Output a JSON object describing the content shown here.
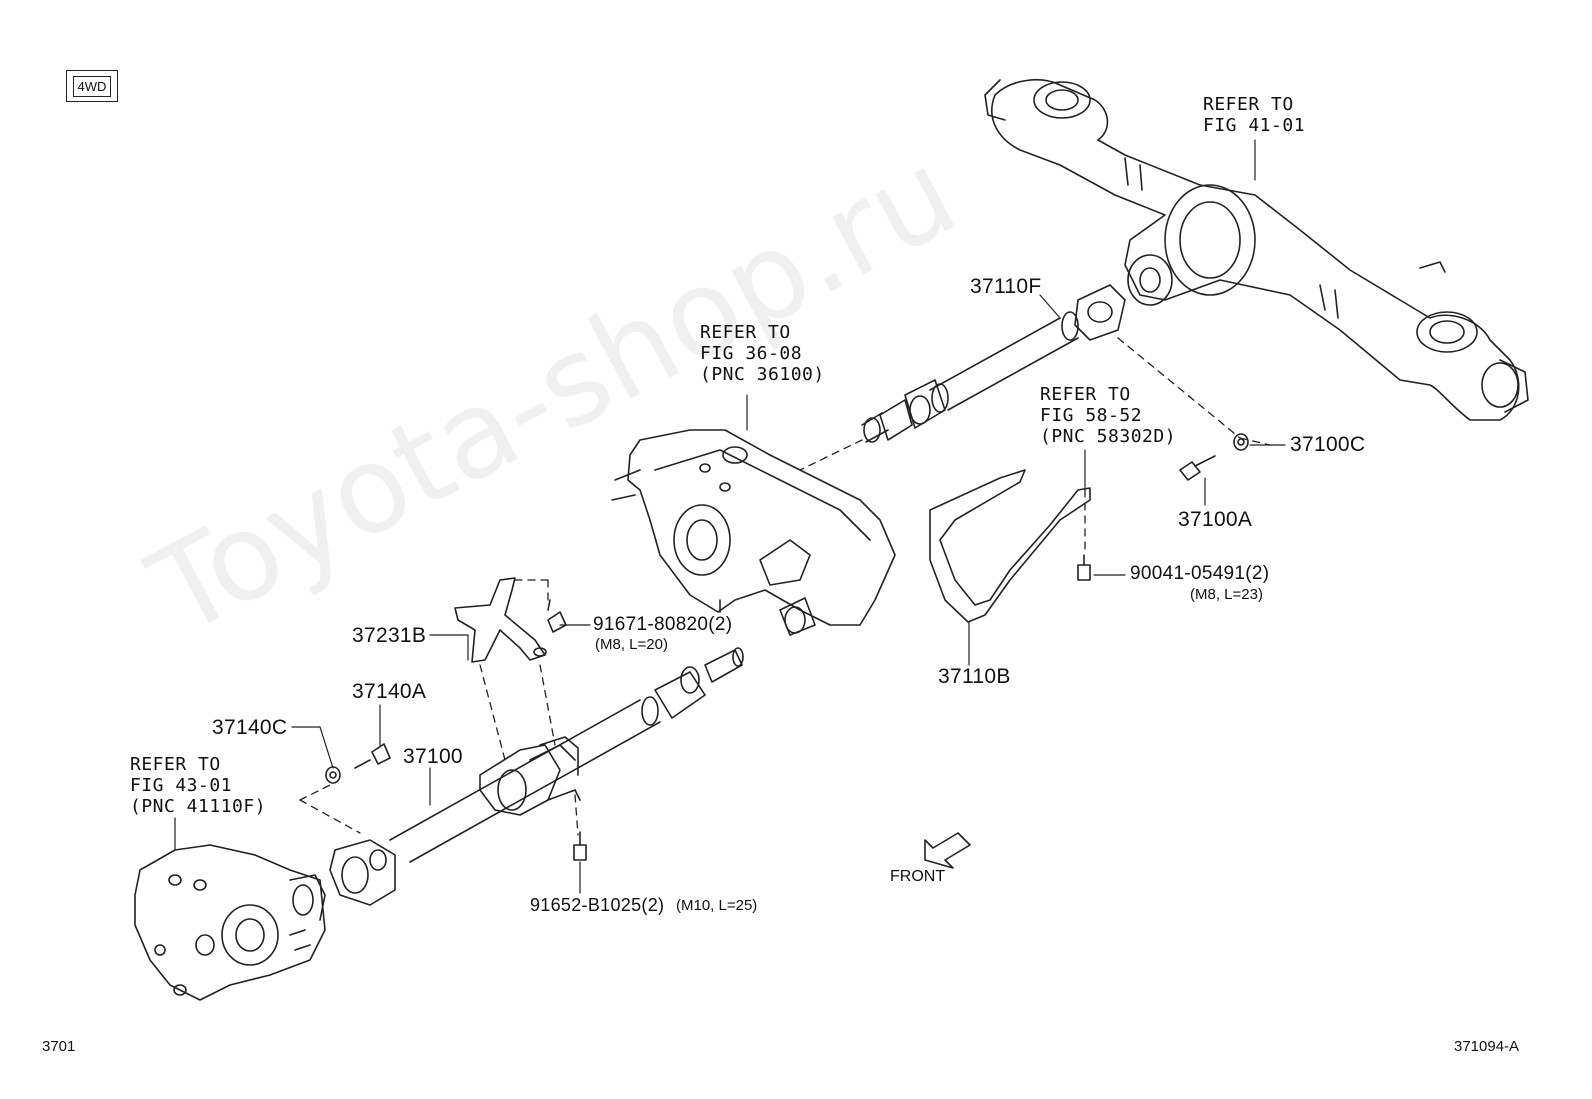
{
  "badge": "4WD",
  "watermark": "Toyota-shop.ru",
  "refs": {
    "rear_axle": "REFER TO\nFIG 41-01",
    "transfer": "REFER TO\nFIG 36-08\n(PNC 36100)",
    "heat_insulator": "REFER TO\nFIG 58-52\n(PNC 58302D)",
    "front_diff": "REFER TO\nFIG 43-01\n(PNC 41110F)"
  },
  "parts": {
    "p37110F": "37110F",
    "p37100C": "37100C",
    "p37100A": "37100A",
    "p90041": "90041-05491(2)",
    "p90041_spec": "(M8, L=23)",
    "p37110B": "37110B",
    "p91671": "91671-80820(2)",
    "p91671_spec": "(M8, L=20)",
    "p37231B": "37231B",
    "p37140A": "37140A",
    "p37140C": "37140C",
    "p37100": "37100",
    "p91652": "91652-B1025(2)",
    "p91652_spec": "(M10, L=25)"
  },
  "front_label": "FRONT",
  "footer": {
    "left": "3701",
    "right": "371094-A"
  }
}
